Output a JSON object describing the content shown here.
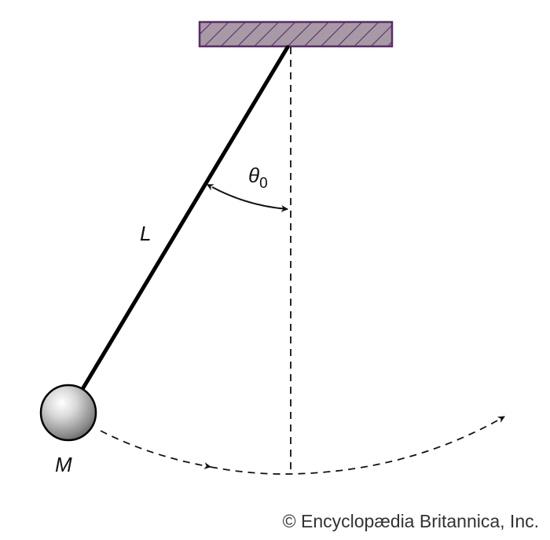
{
  "labels": {
    "theta_symbol": "θ",
    "theta_subscript": "0",
    "length": "L",
    "mass": "M"
  },
  "credit": "© Encyclopædia Britannica, Inc.",
  "colors": {
    "support_stroke": "#5b2a6e",
    "support_fill": "#a89aa4",
    "rod": "#000000",
    "bob_light": "#f2f2f2",
    "bob_dark": "#6e6e6e"
  }
}
